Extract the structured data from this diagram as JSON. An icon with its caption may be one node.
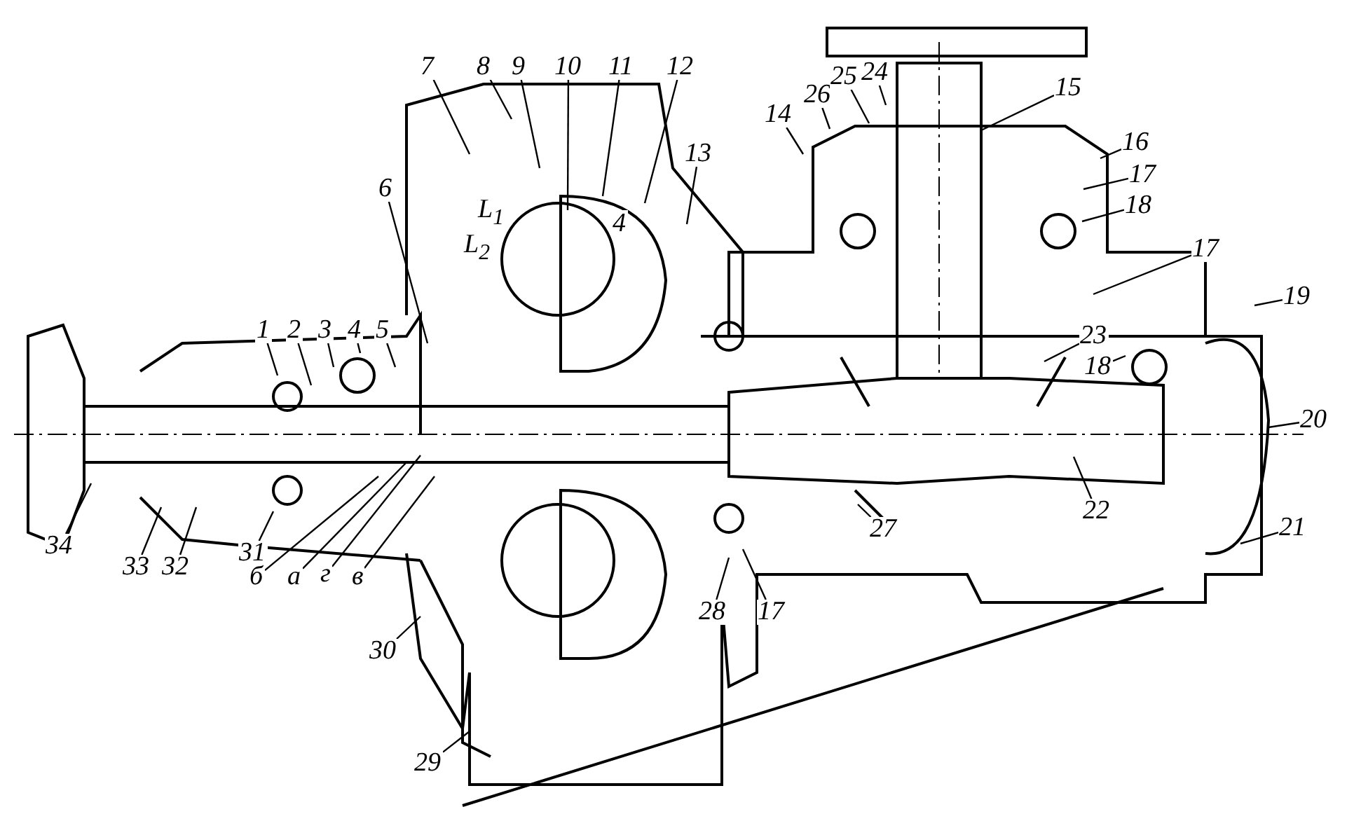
{
  "diagram": {
    "nodes": [
      {
        "text": [
          "1"
        ]
      },
      {
        "text": [
          "2"
        ]
      },
      {
        "text": [
          "3"
        ]
      },
      {
        "text": [
          "4"
        ]
      },
      {
        "text": [
          "5"
        ]
      },
      {
        "text": [
          "6"
        ]
      },
      {
        "text": [
          "7"
        ]
      },
      {
        "text": [
          "8"
        ]
      },
      {
        "text": [
          "9"
        ]
      },
      {
        "text": [
          "10"
        ]
      },
      {
        "text": [
          "11"
        ]
      },
      {
        "text": [
          "12"
        ]
      },
      {
        "text": [
          "13"
        ]
      },
      {
        "text": [
          "14"
        ]
      },
      {
        "text": [
          "26"
        ]
      },
      {
        "text": [
          "25"
        ]
      },
      {
        "text": [
          "24"
        ]
      },
      {
        "text": [
          "15"
        ]
      },
      {
        "text": [
          "16"
        ]
      },
      {
        "text": [
          "17"
        ]
      },
      {
        "text": [
          "18"
        ]
      },
      {
        "text": [
          "17"
        ]
      },
      {
        "text": [
          "19"
        ]
      },
      {
        "text": [
          "23"
        ]
      },
      {
        "text": [
          "18"
        ]
      },
      {
        "text": [
          "20"
        ]
      },
      {
        "text": [
          "22"
        ]
      },
      {
        "text": [
          "27"
        ]
      },
      {
        "text": [
          "21"
        ]
      },
      {
        "text": [
          "34"
        ]
      },
      {
        "text": [
          "33"
        ]
      },
      {
        "text": [
          "32"
        ]
      },
      {
        "text": [
          "31"
        ]
      },
      {
        "text": [
          "б"
        ]
      },
      {
        "text": [
          "а"
        ]
      },
      {
        "text": [
          "г"
        ]
      },
      {
        "text": [
          "в"
        ]
      },
      {
        "text": [
          "30"
        ]
      },
      {
        "text": [
          "29"
        ]
      },
      {
        "text": [
          "28"
        ]
      },
      {
        "text": [
          "17"
        ]
      }
    ],
    "edges": [
      {
        "from": 0,
        "to": null,
        "arrow": "none"
      },
      {
        "from": 1,
        "to": null,
        "arrow": "none"
      },
      {
        "from": 2,
        "to": null,
        "arrow": "none"
      },
      {
        "from": 3,
        "to": null,
        "arrow": "none"
      },
      {
        "from": 4,
        "to": null,
        "arrow": "none"
      },
      {
        "from": 5,
        "to": null,
        "arrow": "none"
      },
      {
        "from": 6,
        "to": null,
        "arrow": "none"
      },
      {
        "from": 7,
        "to": null,
        "arrow": "none"
      },
      {
        "from": 8,
        "to": null,
        "arrow": "none"
      },
      {
        "from": 9,
        "to": null,
        "arrow": "none"
      },
      {
        "from": 10,
        "to": null,
        "arrow": "none"
      },
      {
        "from": 11,
        "to": null,
        "arrow": "none"
      },
      {
        "from": 12,
        "to": null,
        "arrow": "none"
      },
      {
        "from": 13,
        "to": null,
        "arrow": "none"
      },
      {
        "from": 14,
        "to": null,
        "arrow": "none"
      },
      {
        "from": 15,
        "to": null,
        "arrow": "none"
      },
      {
        "from": 16,
        "to": null,
        "arrow": "none"
      },
      {
        "from": 17,
        "to": null,
        "arrow": "none"
      },
      {
        "from": 18,
        "to": null,
        "arrow": "none"
      },
      {
        "from": 19,
        "to": null,
        "arrow": "none"
      },
      {
        "from": 20,
        "to": null,
        "arrow": "none"
      },
      {
        "from": 21,
        "to": null,
        "arrow": "none"
      },
      {
        "from": 22,
        "to": null,
        "arrow": "none"
      },
      {
        "from": 23,
        "to": null,
        "arrow": "none"
      },
      {
        "from": 24,
        "to": null,
        "arrow": "none"
      },
      {
        "from": 25,
        "to": null,
        "arrow": "none"
      },
      {
        "from": 26,
        "to": null,
        "arrow": "none"
      },
      {
        "from": 27,
        "to": null,
        "arrow": "none"
      },
      {
        "from": 28,
        "to": null,
        "arrow": "none"
      },
      {
        "from": 29,
        "to": null,
        "arrow": "none"
      },
      {
        "from": 30,
        "to": null,
        "arrow": "none"
      },
      {
        "from": 31,
        "to": null,
        "arrow": "none"
      },
      {
        "from": 32,
        "to": null,
        "arrow": "none"
      },
      {
        "from": 33,
        "to": null,
        "arrow": "none"
      },
      {
        "from": 34,
        "to": null,
        "arrow": "none"
      },
      {
        "from": 35,
        "to": null,
        "arrow": "none"
      },
      {
        "from": 36,
        "to": null,
        "arrow": "none"
      },
      {
        "from": 37,
        "to": null,
        "arrow": "none"
      },
      {
        "from": 38,
        "to": null,
        "arrow": "none"
      },
      {
        "from": 39,
        "to": null,
        "arrow": "none"
      },
      {
        "from": 40,
        "to": null,
        "arrow": "none"
      }
    ],
    "labels": [
      "L$_{1}$",
      "L$_{2}$",
      "4"
    ]
  }
}
